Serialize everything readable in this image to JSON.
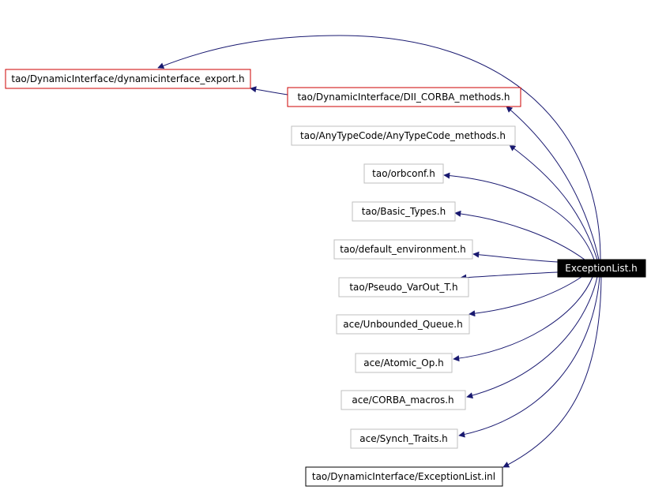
{
  "colors": {
    "edge": "#191970",
    "box_border_default": "#bfbfbf",
    "box_border_warn": "#cc0000",
    "box_border_strong": "#000000",
    "root_fill": "#000000",
    "root_text": "#ffffff"
  },
  "root": {
    "label": "ExceptionList.h"
  },
  "nodes": [
    {
      "id": "dynamicinterface_export",
      "label": "tao/DynamicInterface/dynamicinterface_export.h",
      "border": "warn"
    },
    {
      "id": "dii_corba_methods",
      "label": "tao/DynamicInterface/DII_CORBA_methods.h",
      "border": "warn"
    },
    {
      "id": "anytypecode_methods",
      "label": "tao/AnyTypeCode/AnyTypeCode_methods.h",
      "border": "default"
    },
    {
      "id": "orbconf",
      "label": "tao/orbconf.h",
      "border": "default"
    },
    {
      "id": "basic_types",
      "label": "tao/Basic_Types.h",
      "border": "default"
    },
    {
      "id": "default_environment",
      "label": "tao/default_environment.h",
      "border": "default"
    },
    {
      "id": "pseudo_varout",
      "label": "tao/Pseudo_VarOut_T.h",
      "border": "default"
    },
    {
      "id": "unbounded_queue",
      "label": "ace/Unbounded_Queue.h",
      "border": "default"
    },
    {
      "id": "atomic_op",
      "label": "ace/Atomic_Op.h",
      "border": "default"
    },
    {
      "id": "corba_macros",
      "label": "ace/CORBA_macros.h",
      "border": "default"
    },
    {
      "id": "synch_traits",
      "label": "ace/Synch_Traits.h",
      "border": "default"
    },
    {
      "id": "exceptionlist_inl",
      "label": "tao/DynamicInterface/ExceptionList.inl",
      "border": "strong"
    }
  ],
  "edges": [
    {
      "from": "root",
      "to": "dynamicinterface_export"
    },
    {
      "from": "root",
      "to": "dii_corba_methods"
    },
    {
      "from": "dii_corba_methods",
      "to": "dynamicinterface_export"
    },
    {
      "from": "root",
      "to": "anytypecode_methods"
    },
    {
      "from": "root",
      "to": "orbconf"
    },
    {
      "from": "root",
      "to": "basic_types"
    },
    {
      "from": "root",
      "to": "default_environment"
    },
    {
      "from": "root",
      "to": "pseudo_varout"
    },
    {
      "from": "root",
      "to": "unbounded_queue"
    },
    {
      "from": "root",
      "to": "atomic_op"
    },
    {
      "from": "root",
      "to": "corba_macros"
    },
    {
      "from": "root",
      "to": "synch_traits"
    },
    {
      "from": "root",
      "to": "exceptionlist_inl"
    }
  ]
}
